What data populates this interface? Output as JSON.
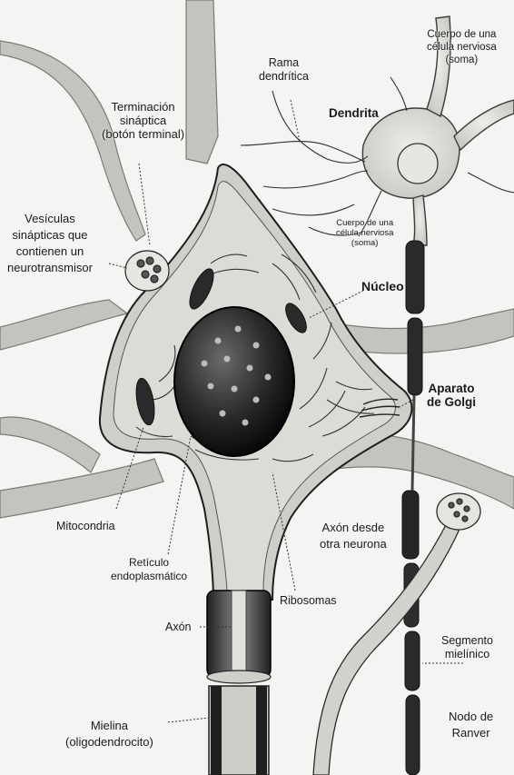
{
  "labels": {
    "soma_top": [
      "Cuerpo de una",
      "célula nerviosa",
      "(soma)"
    ],
    "rama": [
      "Rama",
      "dendrítica"
    ],
    "terminacion": [
      "Terminación",
      "sináptica",
      "(botón terminal)"
    ],
    "dendrita": "Dendrita",
    "vesiculas": [
      "Vesículas",
      "sinápticas que",
      "contienen un",
      "neurotransmisor"
    ],
    "soma_mid": [
      "Cuerpo de una",
      "célula nerviosa",
      "(soma)"
    ],
    "nucleo": "Núcleo",
    "aparato": [
      "Aparato",
      "de Golgi"
    ],
    "mitocondria": "Mitocondria",
    "axon_otra": [
      "Axón desde",
      "otra neurona"
    ],
    "reticulo": [
      "Retículo",
      "endoplasmático"
    ],
    "ribosomas": "Ribosomas",
    "axon": "Axón",
    "segmento": [
      "Segmento",
      "mielínico"
    ],
    "mielina": [
      "Mielina",
      "(oligodendrocito)"
    ],
    "nodo": [
      "Nodo de",
      "Ranver"
    ]
  },
  "colors": {
    "background": "#f4f4f2",
    "ink": "#1a1a1a",
    "shade": "#b8b8b4",
    "cell_fill": "#d9d9d5",
    "nucleus": "#1e1e1e"
  }
}
